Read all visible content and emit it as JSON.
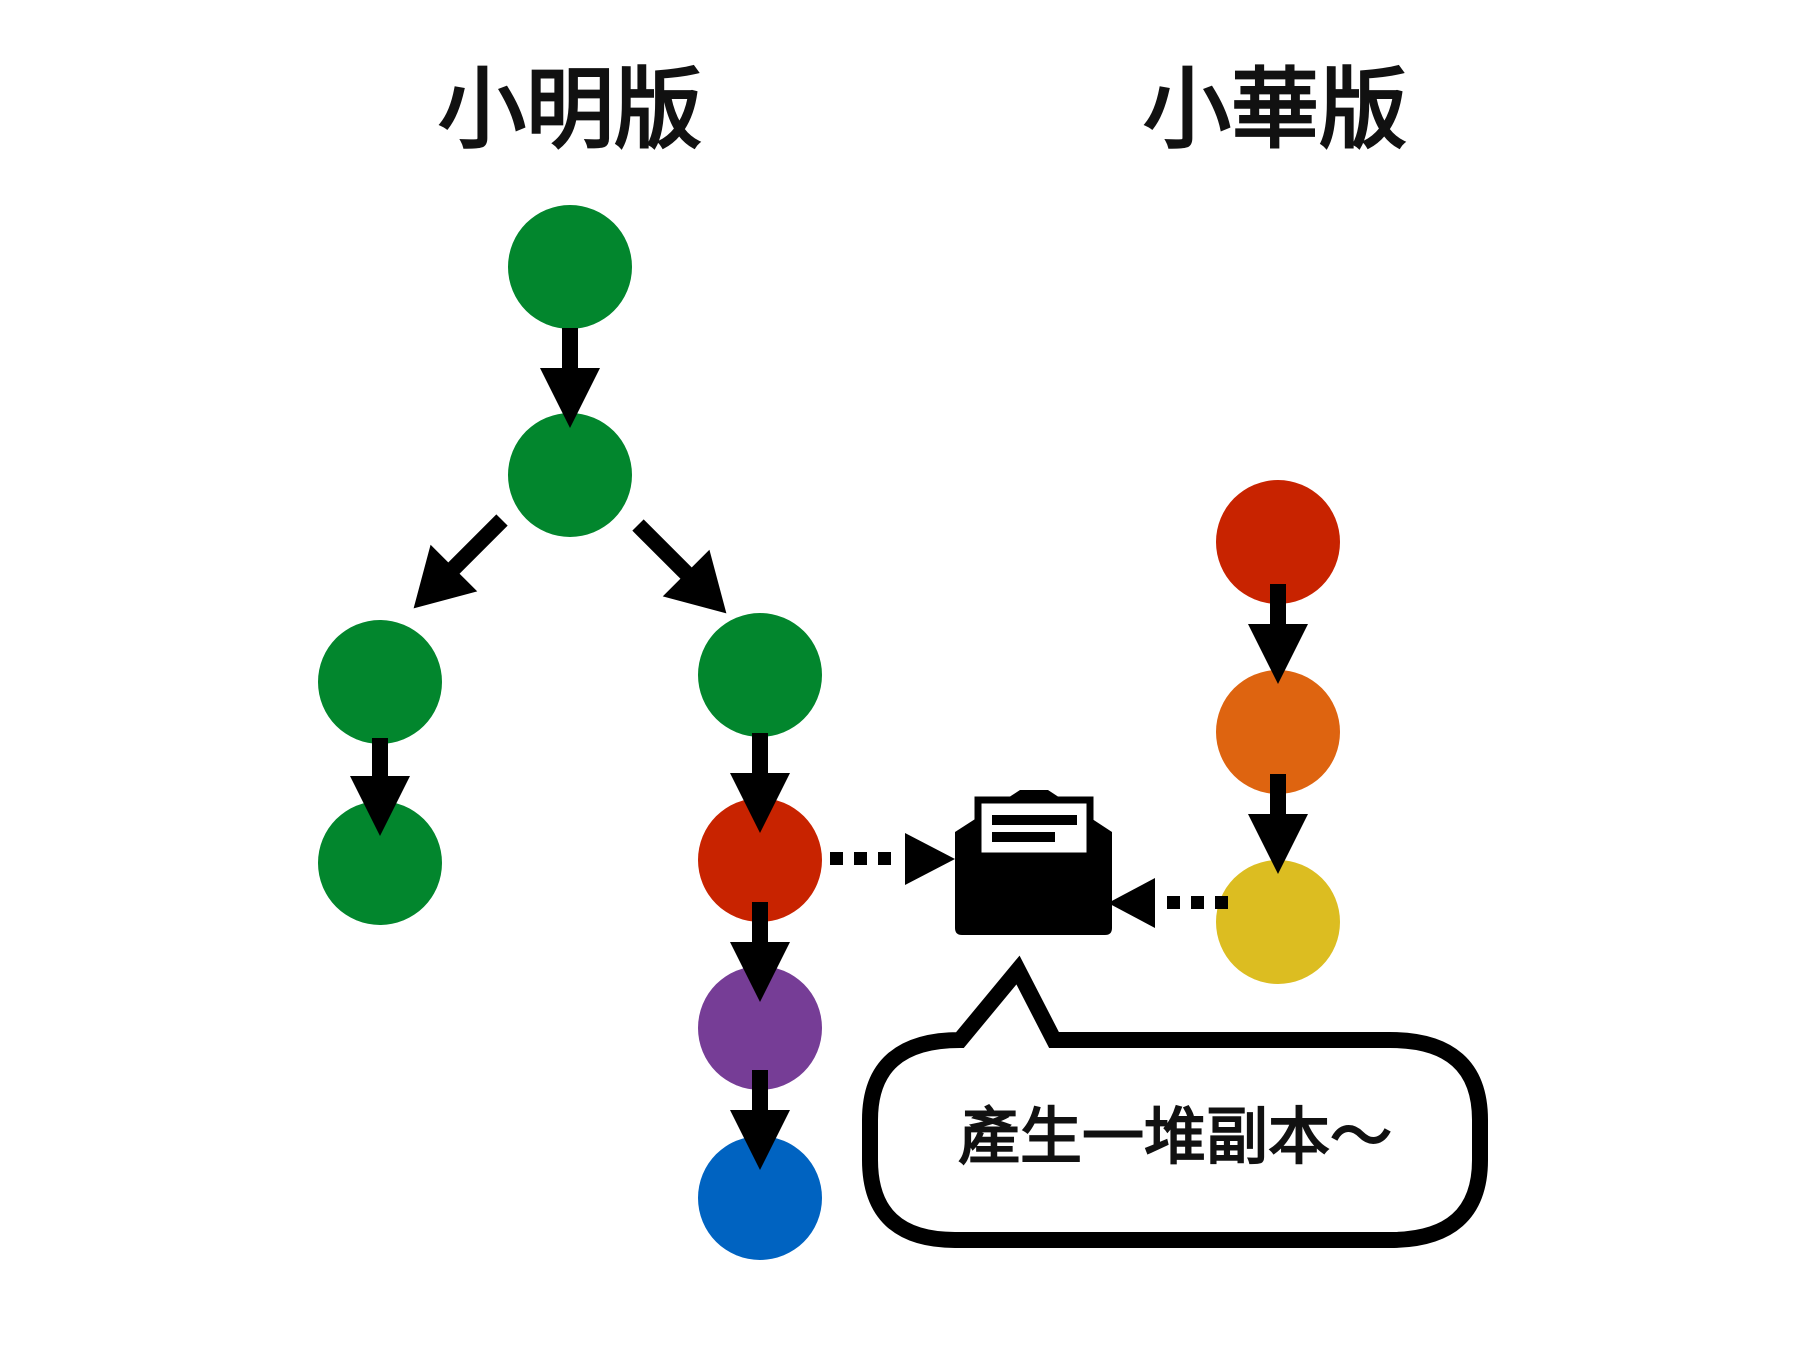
{
  "titles": {
    "left": "小明版",
    "right": "小華版"
  },
  "bubble": {
    "text": "產生一堆副本～"
  },
  "colors": {
    "green": "#02862d",
    "red": "#c82300",
    "orange": "#de6410",
    "yellow": "#dcbd21",
    "purple": "#763d96",
    "blue": "#0063c1",
    "ink": "#000000"
  },
  "icons": {
    "envelope": "open-envelope-icon"
  },
  "nodes": [
    {
      "id": "ming-1",
      "color": "green"
    },
    {
      "id": "ming-2",
      "color": "green"
    },
    {
      "id": "ming-left-1",
      "color": "green"
    },
    {
      "id": "ming-left-2",
      "color": "green"
    },
    {
      "id": "ming-right-1",
      "color": "green"
    },
    {
      "id": "ming-right-2",
      "color": "red"
    },
    {
      "id": "ming-right-3",
      "color": "purple"
    },
    {
      "id": "ming-right-4",
      "color": "blue"
    },
    {
      "id": "hua-1",
      "color": "red"
    },
    {
      "id": "hua-2",
      "color": "orange"
    },
    {
      "id": "hua-3",
      "color": "yellow"
    }
  ]
}
